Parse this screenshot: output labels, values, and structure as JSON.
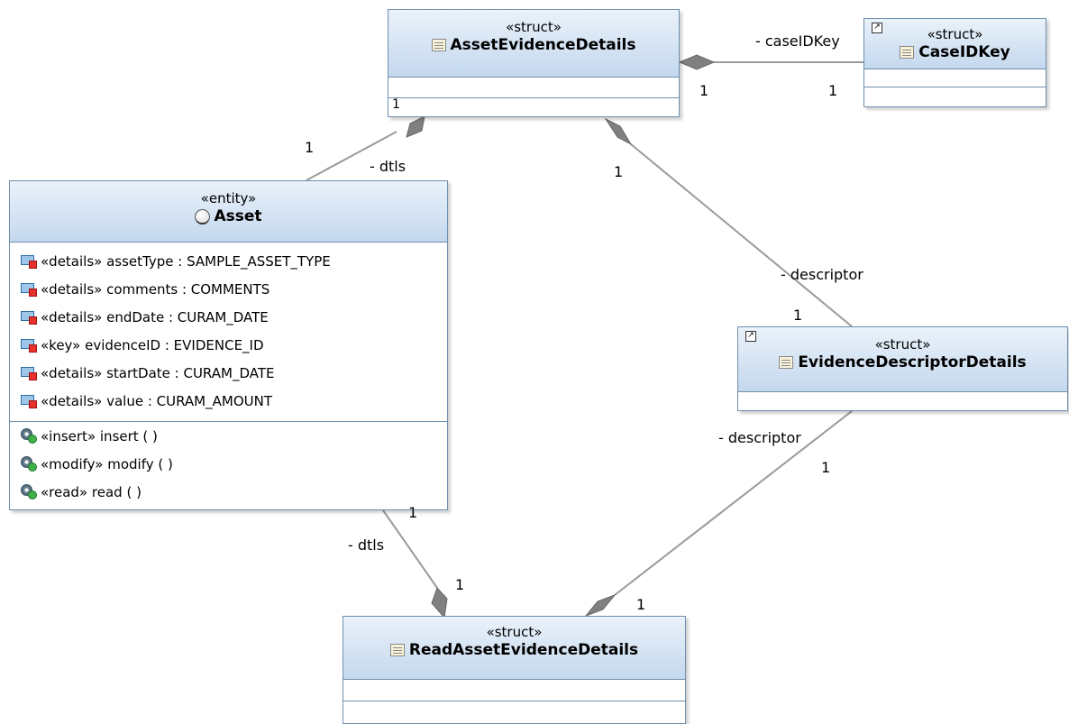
{
  "classes": {
    "asset_evidence_details": {
      "stereotype": "«struct»",
      "name": "AssetEvidenceDetails",
      "inner_multiplicity": "1"
    },
    "case_id_key": {
      "stereotype": "«struct»",
      "name": "CaseIDKey",
      "icon": "external-link-icon"
    },
    "asset": {
      "stereotype": "«entity»",
      "name": "Asset",
      "attributes": [
        "«details» assetType : SAMPLE_ASSET_TYPE",
        "«details» comments : COMMENTS",
        "«details» endDate : CURAM_DATE",
        "«key» evidenceID : EVIDENCE_ID",
        "«details» startDate : CURAM_DATE",
        "«details» value : CURAM_AMOUNT"
      ],
      "operations": [
        "«insert» insert ( )",
        "«modify» modify ( )",
        "«read» read ( )"
      ]
    },
    "evidence_descriptor_details": {
      "stereotype": "«struct»",
      "name": "EvidenceDescriptorDetails",
      "icon": "external-link-icon"
    },
    "read_asset_evidence_details": {
      "stereotype": "«struct»",
      "name": "ReadAssetEvidenceDetails"
    }
  },
  "associations": {
    "case_id_key": {
      "role": "- caseIDKey",
      "mult_source": "1",
      "mult_target": "1"
    },
    "dtls_top": {
      "role": "- dtls",
      "mult": "1"
    },
    "descriptor_top": {
      "role": "- descriptor",
      "mult_source": "1",
      "mult_target": "1"
    },
    "dtls_bottom": {
      "role": "- dtls",
      "mult_source": "1",
      "mult_target": "1"
    },
    "descriptor_bottom": {
      "role": "- descriptor",
      "mult_source": "1",
      "mult_target": "1"
    }
  },
  "colors": {
    "class_border": "#6f8fae",
    "header_top": "#eaf2fa",
    "header_bottom": "#c4d8ee",
    "line": "#9a9a9a",
    "diamond": "#808080"
  }
}
